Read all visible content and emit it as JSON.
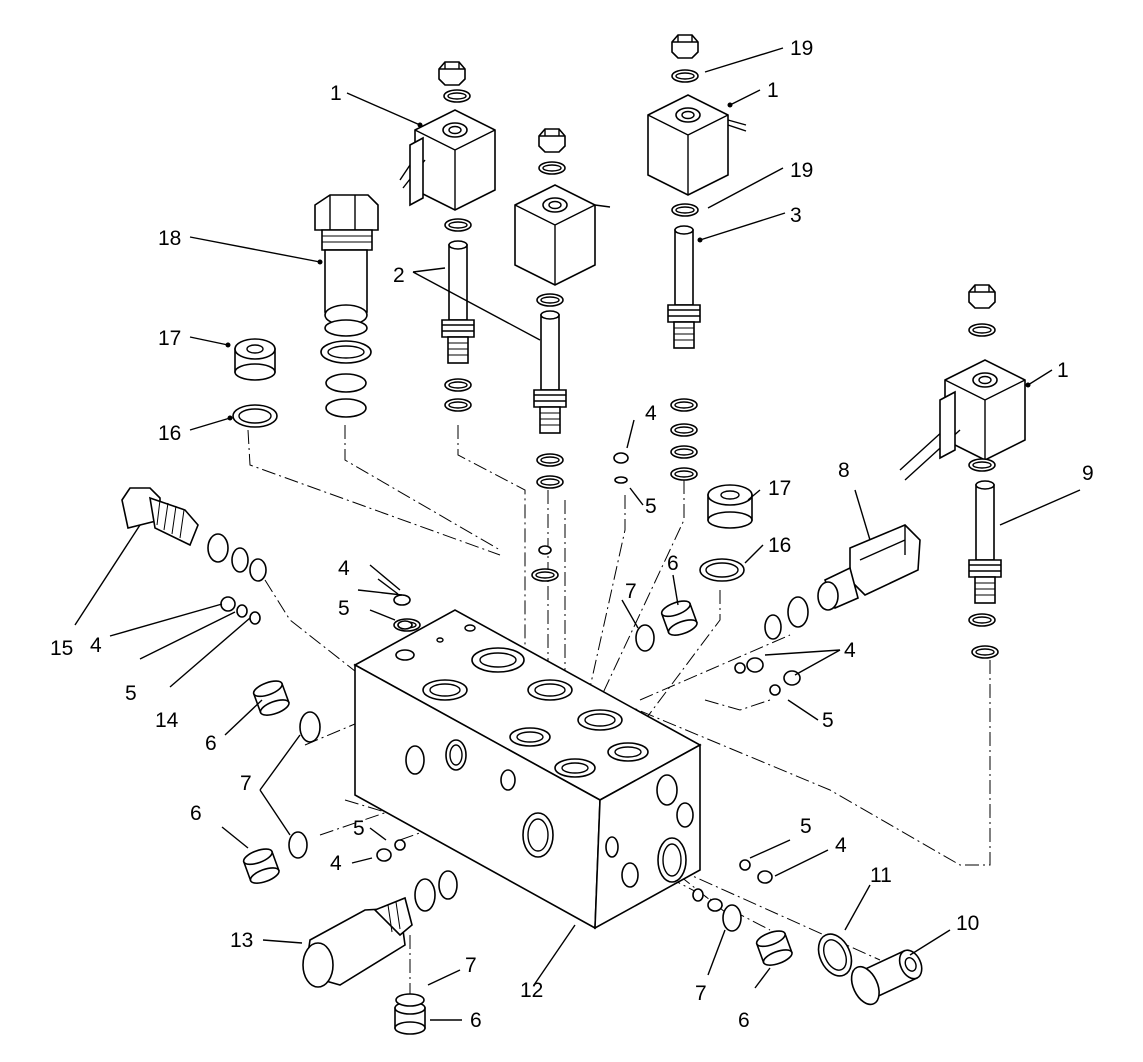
{
  "diagram": {
    "callouts": [
      {
        "id": "c1a",
        "text": "1"
      },
      {
        "id": "c1b",
        "text": "1"
      },
      {
        "id": "c1c",
        "text": "1"
      },
      {
        "id": "c2",
        "text": "2"
      },
      {
        "id": "c3",
        "text": "3"
      },
      {
        "id": "c4a",
        "text": "4"
      },
      {
        "id": "c4b",
        "text": "4"
      },
      {
        "id": "c4c",
        "text": "4"
      },
      {
        "id": "c4d",
        "text": "4"
      },
      {
        "id": "c4e",
        "text": "4"
      },
      {
        "id": "c4f",
        "text": "4"
      },
      {
        "id": "c5a",
        "text": "5"
      },
      {
        "id": "c5b",
        "text": "5"
      },
      {
        "id": "c5c",
        "text": "5"
      },
      {
        "id": "c5d",
        "text": "5"
      },
      {
        "id": "c5e",
        "text": "5"
      },
      {
        "id": "c5f",
        "text": "5"
      },
      {
        "id": "c6a",
        "text": "6"
      },
      {
        "id": "c6b",
        "text": "6"
      },
      {
        "id": "c6c",
        "text": "6"
      },
      {
        "id": "c6d",
        "text": "6"
      },
      {
        "id": "c6e",
        "text": "6"
      },
      {
        "id": "c7a",
        "text": "7"
      },
      {
        "id": "c7b",
        "text": "7"
      },
      {
        "id": "c7c",
        "text": "7"
      },
      {
        "id": "c7d",
        "text": "7"
      },
      {
        "id": "c8",
        "text": "8"
      },
      {
        "id": "c9",
        "text": "9"
      },
      {
        "id": "c10",
        "text": "10"
      },
      {
        "id": "c11",
        "text": "11"
      },
      {
        "id": "c12",
        "text": "12"
      },
      {
        "id": "c13",
        "text": "13"
      },
      {
        "id": "c14",
        "text": "14"
      },
      {
        "id": "c15",
        "text": "15"
      },
      {
        "id": "c16a",
        "text": "16"
      },
      {
        "id": "c16b",
        "text": "16"
      },
      {
        "id": "c17a",
        "text": "17"
      },
      {
        "id": "c17b",
        "text": "17"
      },
      {
        "id": "c18",
        "text": "18"
      },
      {
        "id": "c19a",
        "text": "19"
      },
      {
        "id": "c19b",
        "text": "19"
      }
    ]
  }
}
